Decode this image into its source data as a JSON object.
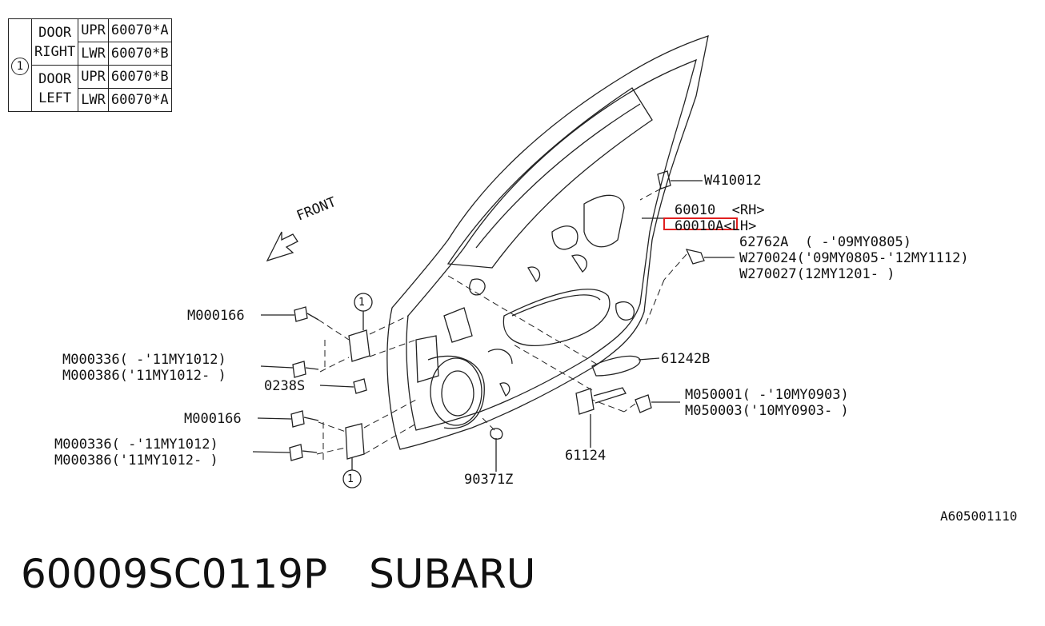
{
  "legend": {
    "ref": "1",
    "rows": [
      {
        "door": "DOOR",
        "pos": "UPR",
        "part": "60070*A"
      },
      {
        "door": "RIGHT",
        "pos": "LWR",
        "part": "60070*B"
      },
      {
        "door": "DOOR",
        "pos": "UPR",
        "part": "60070*B"
      },
      {
        "door": "LEFT",
        "pos": "LWR",
        "part": "60070*A"
      }
    ]
  },
  "direction": "FRONT",
  "callout_ref": "1",
  "labels": {
    "w410012": "W410012",
    "p60010": "60010  <RH>",
    "p60010a": "60010A<LH>",
    "p62762a": "62762A  ( -'09MY0805)",
    "w270024": "W270024('09MY0805-'12MY1112)",
    "w270027": "W270027(12MY1201- )",
    "m000166_top": "M000166",
    "m000336_top": "M000336( -'11MY1012)",
    "m000386_top": "M000386('11MY1012- )",
    "p0238s": "0238S",
    "m000166_bot": "M000166",
    "m000336_bot": "M000336( -'11MY1012)",
    "m000386_bot": "M000386('11MY1012- )",
    "p61242b": "61242B",
    "m050001": "M050001( -'10MY0903)",
    "m050003": "M050003('10MY0903- )",
    "p61124": "61124",
    "p90371z": "90371Z"
  },
  "diagram_code": "A605001110",
  "footer": {
    "part_number": "60009SC0119P",
    "brand": "SUBARU"
  },
  "colors": {
    "highlight": "#e02020",
    "line": "#222222"
  }
}
